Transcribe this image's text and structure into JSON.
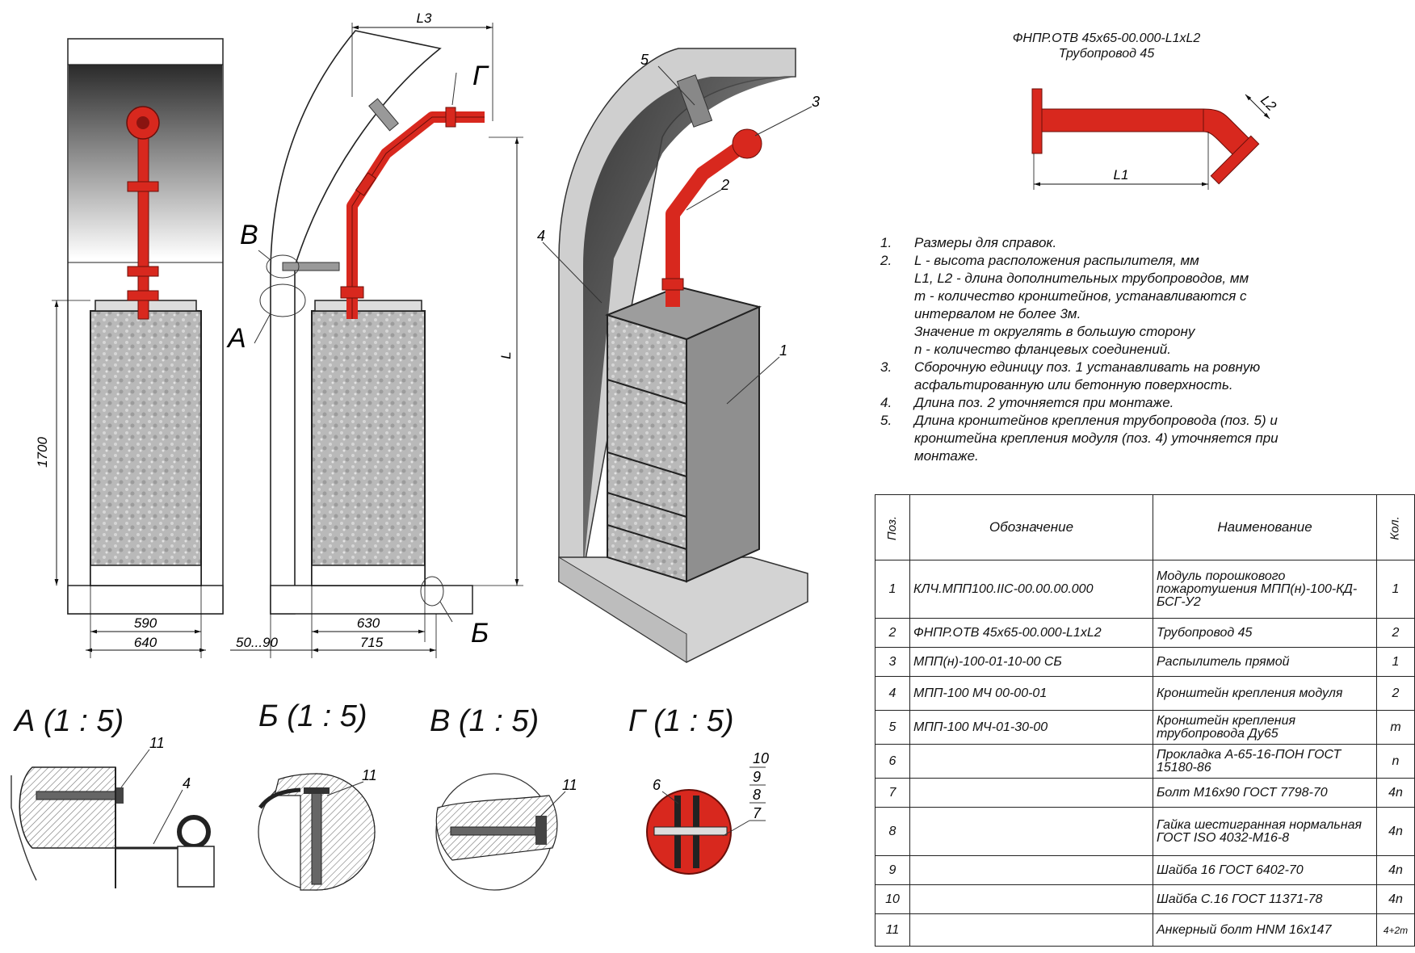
{
  "views": {
    "front": {
      "dim_height": "1700",
      "dim_inner": "590",
      "dim_outer": "640"
    },
    "side": {
      "dim_top": "L3",
      "dim_height": "L",
      "dim_gap": "50...90",
      "dim_inner": "630",
      "dim_outer": "715",
      "label_v": "В",
      "label_a": "А",
      "label_g": "Г",
      "label_b": "Б"
    },
    "iso": {
      "callouts": [
        "5",
        "3",
        "2",
        "4",
        "1"
      ]
    }
  },
  "details": [
    {
      "title": "А (1 : 5)",
      "callouts": [
        "11",
        "4"
      ]
    },
    {
      "title": "Б (1 : 5)",
      "callouts": [
        "11"
      ]
    },
    {
      "title": "В (1 : 5)",
      "callouts": [
        "11"
      ]
    },
    {
      "title": "Г (1 : 5)",
      "callouts": [
        "6",
        "10",
        "9",
        "8",
        "7"
      ]
    }
  ],
  "pipe": {
    "code": "ФНПР.ОТВ 45х65-00.000-L1xL2",
    "name": "Трубопровод 45",
    "dim_l1": "L1",
    "dim_l2": "L2"
  },
  "notes": [
    {
      "num": "1.",
      "lines": [
        "Размеры для справок."
      ]
    },
    {
      "num": "2.",
      "lines": [
        "L - высота расположения распылителя, мм",
        "L1, L2 - длина дополнительных трубопроводов, мм",
        "m - количество кронштейнов, устанавливаются с",
        "интервалом не более 3м.",
        "Значение m округлять в большую сторону",
        "n - количество фланцевых соединений."
      ]
    },
    {
      "num": "3.",
      "lines": [
        "Сборочную единицу поз. 1 устанавливать на ровную",
        "асфальтированную или бетонную поверхность."
      ]
    },
    {
      "num": "4.",
      "lines": [
        "Длина поз. 2 уточняется при монтаже."
      ]
    },
    {
      "num": "5.",
      "lines": [
        "Длина кронштейнов крепления трубопровода (поз. 5) и",
        "кронштейна крепления модуля (поз. 4) уточняется при",
        "монтаже."
      ]
    }
  ],
  "bom": {
    "headers": {
      "pos": "Поз.",
      "designation": "Обозначение",
      "name": "Наименование",
      "qty": "Кол."
    },
    "rows": [
      {
        "pos": "1",
        "designation": "КЛЧ.МПП100.IIC-00.00.00.000",
        "name": "Модуль порошкового пожаротушения МПП(н)-100-КД-БСГ-У2",
        "qty": "1"
      },
      {
        "pos": "2",
        "designation": "ФНПР.ОТВ 45х65-00.000-L1xL2",
        "name": "Трубопровод 45",
        "qty": "2"
      },
      {
        "pos": "3",
        "designation": "МПП(н)-100-01-10-00 СБ",
        "name": "Распылитель прямой",
        "qty": "1"
      },
      {
        "pos": "4",
        "designation": "МПП-100 МЧ 00-00-01",
        "name": "Кронштейн крепления модуля",
        "qty": "2"
      },
      {
        "pos": "5",
        "designation": "МПП-100 МЧ-01-30-00",
        "name": "Кронштейн крепления трубопровода Ду65",
        "qty": "m"
      },
      {
        "pos": "6",
        "designation": "",
        "name": "Прокладка А-65-16-ПОН ГОСТ 15180-86",
        "qty": "n"
      },
      {
        "pos": "7",
        "designation": "",
        "name": "Болт М16х90 ГОСТ 7798-70",
        "qty": "4n"
      },
      {
        "pos": "8",
        "designation": "",
        "name": "Гайка шестигранная нормальная ГОСТ ISO 4032-М16-8",
        "qty": "4n"
      },
      {
        "pos": "9",
        "designation": "",
        "name": "Шайба 16 ГОСТ 6402-70",
        "qty": "4n"
      },
      {
        "pos": "10",
        "designation": "",
        "name": "Шайба С.16 ГОСТ 11371-78",
        "qty": "4n"
      },
      {
        "pos": "11",
        "designation": "",
        "name": "Анкерный болт HNM 16х147",
        "qty": "4+2m"
      }
    ]
  },
  "colors": {
    "pipe": "#d8281e",
    "metal": "#9a9a9a",
    "concrete": "#c8c8c8",
    "line": "#1a1a1a"
  }
}
